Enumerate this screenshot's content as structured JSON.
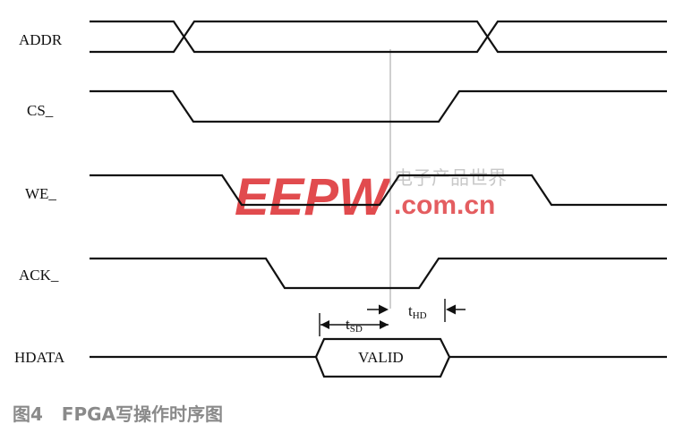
{
  "signals": [
    "ADDR",
    "CS_",
    "WE_",
    "ACK_",
    "HDATA"
  ],
  "data_label": "VALID",
  "timing": {
    "setup_t": "t",
    "setup_sub": "SD",
    "hold_t": "t",
    "hold_sub": "HD"
  },
  "watermark": {
    "brand": "EEPW",
    "domain": ".com.cn",
    "tagline": "电子产品世界"
  },
  "caption": "图4   FPGA写操作时序图",
  "colors": {
    "line": "#111111",
    "reference_line": "#b5b5b5",
    "watermark": "#d9191d",
    "caption": "#8a8a8a"
  }
}
